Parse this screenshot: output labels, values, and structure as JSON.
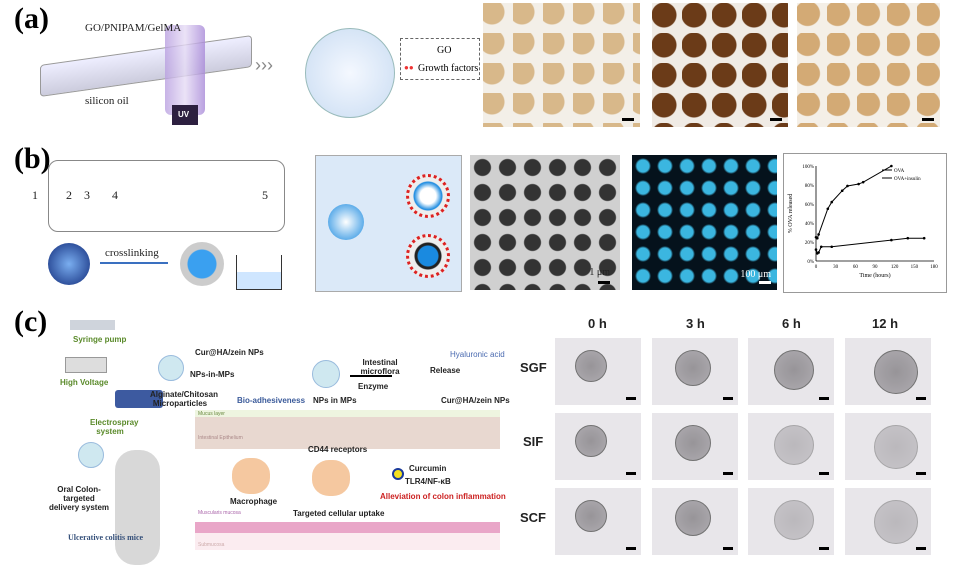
{
  "panels": {
    "a": {
      "label": "(a)",
      "texts": {
        "material": "GO/PNIPAM/GelMA",
        "oil": "silicon oil",
        "uv": "UV",
        "go": "GO",
        "gf": "Growth factors"
      }
    },
    "b": {
      "label": "(b)",
      "numbers": [
        "1",
        "2",
        "3",
        "4",
        "5"
      ],
      "crosslinking": "crosslinking",
      "sem_scale": "1 μm",
      "fluor_scale": "100 μm"
    },
    "c": {
      "label": "(c)",
      "texts": {
        "syringe": "Syringe pump",
        "hv": "High Voltage",
        "es": "Electrospray system",
        "np1": "Cur@HA/zein NPs",
        "npmp": "NPs-in-MPs",
        "alg": "Alginate/Chitosan Microparticles",
        "oral": "Oral Colon-targeted delivery system",
        "mice": "Ulcerative colitis mice",
        "bio": "Bio-adhesiveness",
        "npsinmps": "NPs in MPs",
        "micro": "Intestinal microflora",
        "enzyme": "Enzyme",
        "release": "Release",
        "ha": "Hyaluronic acid",
        "np2": "Cur@HA/zein NPs",
        "mucus": "Mucus layer",
        "epi": "Intestinal Epithelium",
        "cd44": "CD44 receptors",
        "macro": "Macrophage",
        "uptake": "Targeted cellular uptake",
        "cur": "Curcumin",
        "tlr": "TLR4/NF-κB",
        "allev": "Alleviation of colon inflammation",
        "muscularis": "Muscularis mucosa",
        "submucosa": "Submucosa"
      },
      "columns": [
        "0 h",
        "3 h",
        "6 h",
        "12 h"
      ],
      "rows": [
        "SGF",
        "SIF",
        "SCF"
      ]
    }
  },
  "chart_data": {
    "type": "line",
    "xlabel": "Time (hours)",
    "ylabel": "% OVA released",
    "xlim": [
      0,
      180
    ],
    "ylim": [
      0,
      100
    ],
    "xticks": [
      "0",
      "30",
      "60",
      "90",
      "120",
      "150",
      "180"
    ],
    "yticks": [
      "0%",
      "20%",
      "40%",
      "60%",
      "80%",
      "100%"
    ],
    "legend_position": "top-right",
    "series": [
      {
        "name": "OVA",
        "x": [
          0,
          2,
          4,
          18,
          24,
          40,
          48,
          65,
          72,
          115
        ],
        "y": [
          25,
          24,
          28,
          55,
          62,
          74,
          79,
          81,
          83,
          100
        ]
      },
      {
        "name": "OVA+insulin",
        "x": [
          0,
          2,
          4,
          8,
          24,
          115,
          140,
          165
        ],
        "y": [
          12,
          8,
          9,
          15,
          15,
          22,
          24,
          24
        ]
      }
    ]
  }
}
